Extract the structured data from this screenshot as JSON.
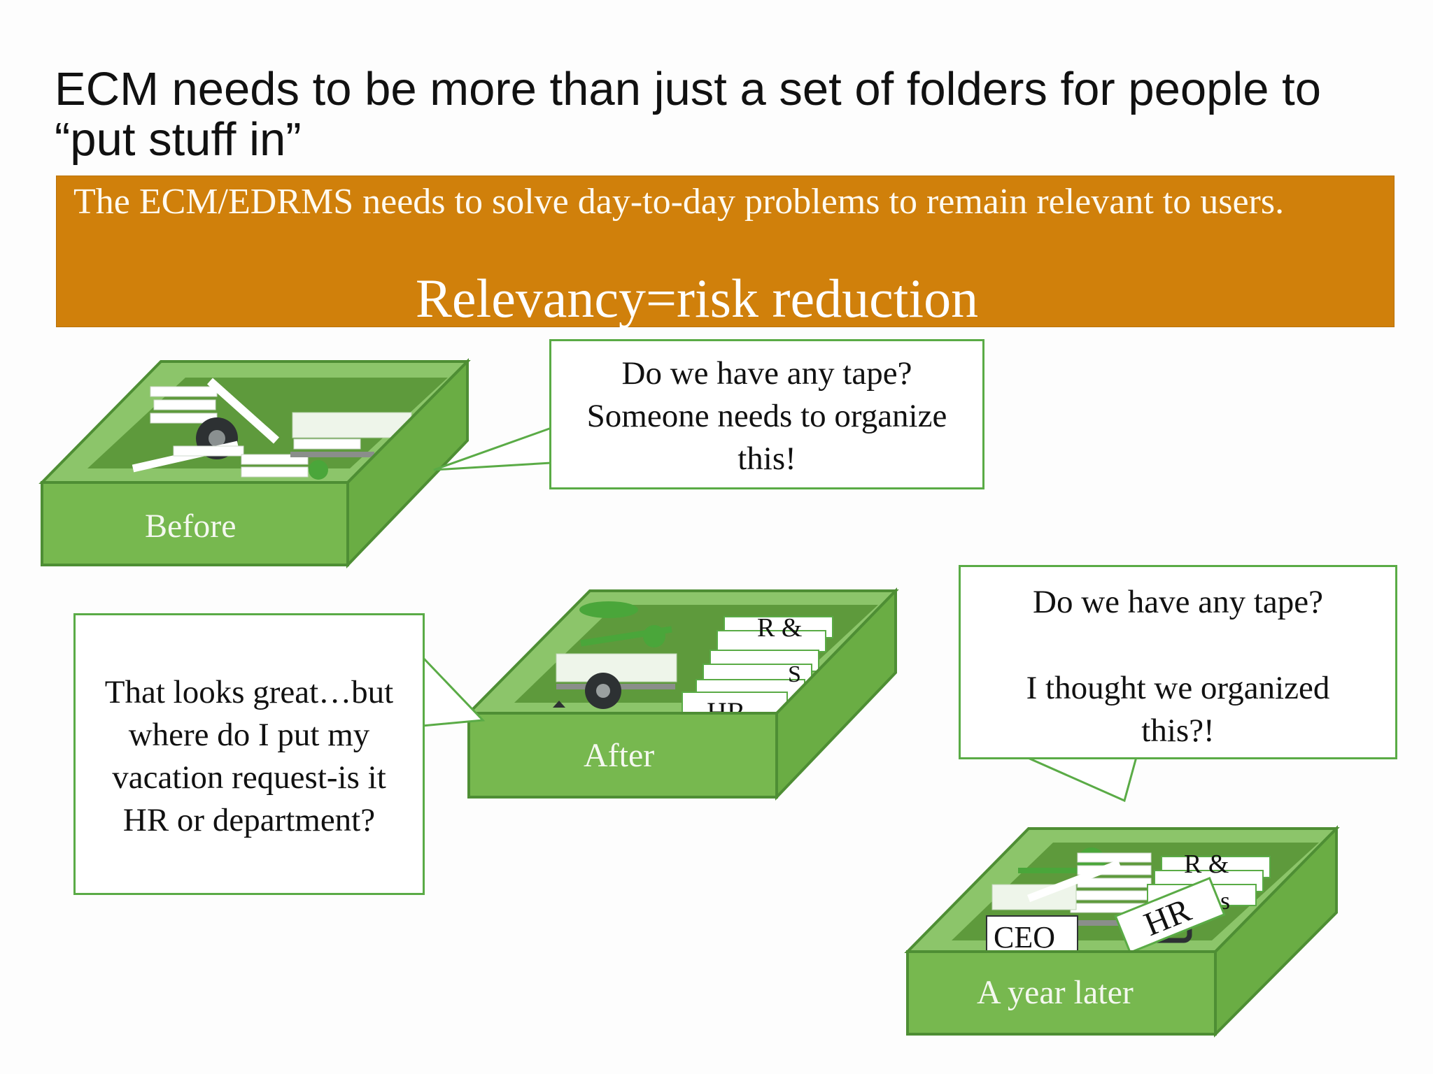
{
  "slide": {
    "title": "ECM needs to be more than just a set of folders for people to “put stuff in”",
    "banner": {
      "text": "The ECM/EDRMS needs to solve day-to-day problems to remain relevant to users.",
      "heading": "Relevancy=risk reduction",
      "color": "#d0800b"
    },
    "boxes": {
      "before": {
        "label": "Before"
      },
      "after": {
        "label": "After",
        "tabs": [
          "R &",
          "S",
          "HR"
        ]
      },
      "year_later": {
        "label": "A year later",
        "tabs": [
          "R &",
          "es",
          "CEO",
          "HR"
        ]
      }
    },
    "callouts": {
      "before": [
        "Do we have any tape?",
        "Someone needs to organize",
        "this!"
      ],
      "after": [
        "That looks great…but",
        "where do I put my",
        "vacation request-is it",
        "HR or department?"
      ],
      "year_later": [
        "Do we have any tape?",
        "I thought we organized",
        "this?!"
      ]
    },
    "colors": {
      "box_green": "#76b84e",
      "box_inner": "#8ec76c",
      "callout_border": "#5aab46"
    }
  }
}
